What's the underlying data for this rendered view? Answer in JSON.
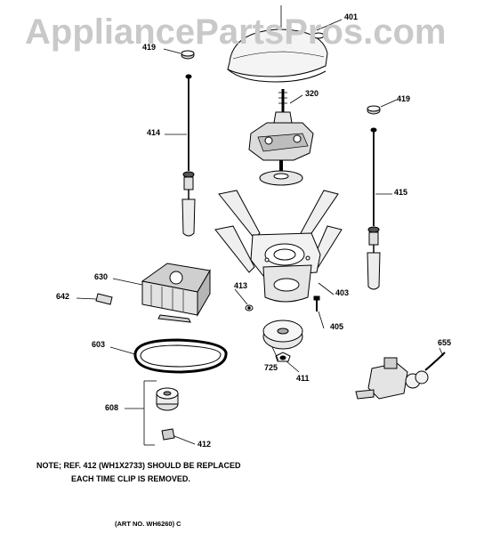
{
  "watermark": "AppliancePartsPros.com",
  "callouts": {
    "p401": "401",
    "p419_left": "419",
    "p419_right": "419",
    "p320": "320",
    "p414": "414",
    "p415": "415",
    "p630": "630",
    "p642": "642",
    "p413": "413",
    "p403": "403",
    "p405": "405",
    "p655": "655",
    "p603": "603",
    "p725": "725",
    "p411": "411",
    "p608": "608",
    "p412": "412"
  },
  "note": {
    "line1": "NOTE; REF. 412 (WH1X2733) SHOULD BE REPLACED",
    "line2": "EACH TIME CLIP IS REMOVED."
  },
  "art_number": "(ART NO. WH6260) C",
  "colors": {
    "ink": "#000000",
    "watermark": "#c9c9c9",
    "shade": "#9a9a9a"
  }
}
